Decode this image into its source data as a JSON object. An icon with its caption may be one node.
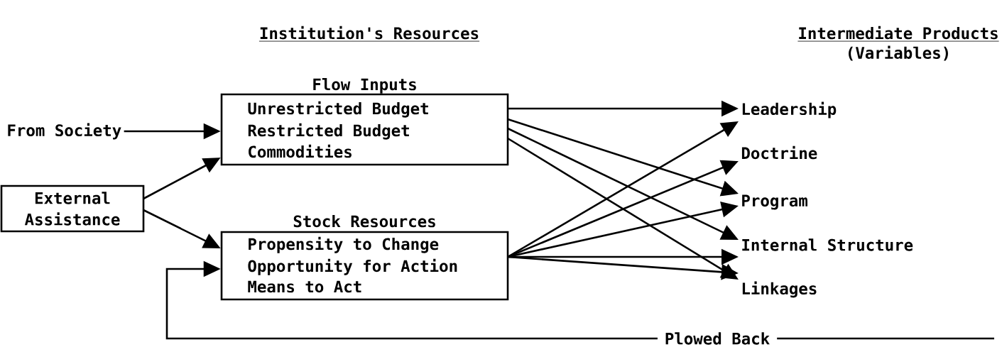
{
  "diagram": {
    "nodes": [
      {
        "text": [
          "Flow Inputs",
          "Unrestricted Budget",
          "Restricted Budget",
          "Commodities"
        ]
      },
      {
        "text": [
          "From Society"
        ]
      },
      {
        "text": [
          "External Assistance"
        ]
      },
      {
        "text": [
          "Stock Resources",
          "Propensity to Change",
          "Opportunity for Action",
          "Means to Act"
        ]
      },
      {
        "text": [
          "Leadership"
        ]
      },
      {
        "text": [
          "Doctrine"
        ]
      },
      {
        "text": [
          "Program"
        ]
      },
      {
        "text": [
          "Internal Structure"
        ]
      },
      {
        "text": [
          "Linkages"
        ]
      }
    ],
    "edges": [
      {
        "from": 1,
        "to": 0,
        "arrow": "to"
      },
      {
        "from": 2,
        "to": 0,
        "arrow": "to"
      },
      {
        "from": 2,
        "to": 3,
        "arrow": "to"
      },
      {
        "from": 0,
        "to": 4,
        "arrow": "to"
      },
      {
        "from": 0,
        "to": 6,
        "arrow": "to"
      },
      {
        "from": 0,
        "to": 7,
        "arrow": "to"
      },
      {
        "from": 0,
        "to": 8,
        "arrow": "to"
      },
      {
        "from": 3,
        "to": 4,
        "arrow": "to"
      },
      {
        "from": 3,
        "to": 5,
        "arrow": "to"
      },
      {
        "from": 3,
        "to": 6,
        "arrow": "to"
      },
      {
        "from": 3,
        "to": 7,
        "arrow": "to"
      },
      {
        "from": 3,
        "to": 8,
        "arrow": "to"
      },
      {
        "from": null,
        "to": 3,
        "arrow": "to",
        "label": "Plowed Back"
      }
    ],
    "labels": [
      "Institution's Resources",
      "Intermediate Products",
      "(Variables)"
    ]
  }
}
